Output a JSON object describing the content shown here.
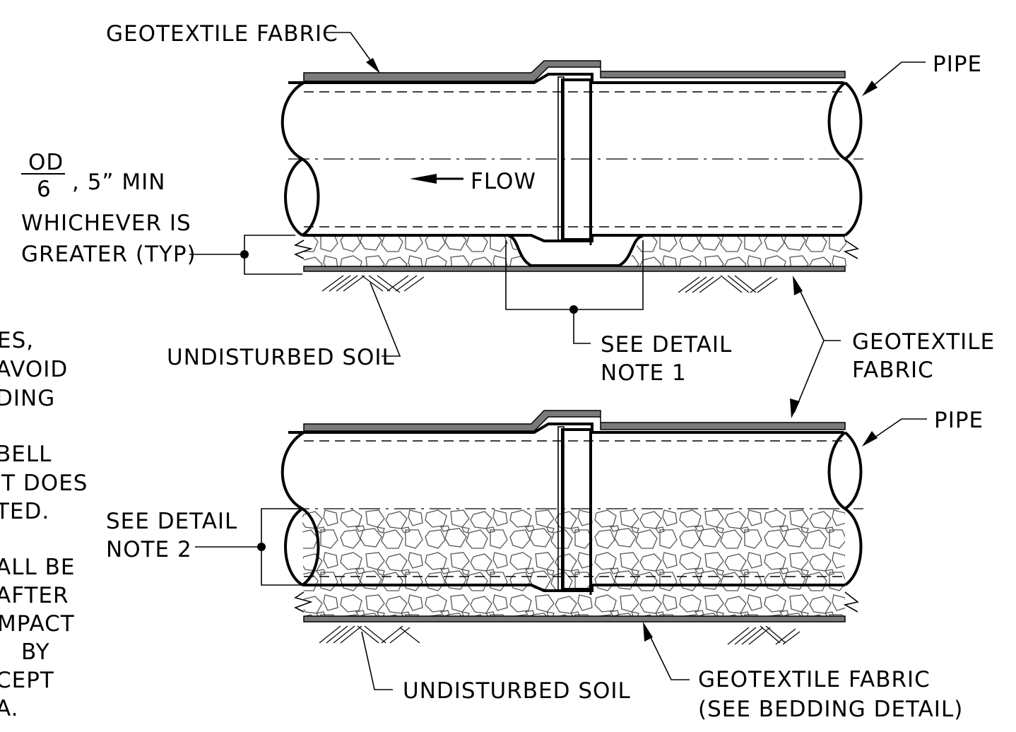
{
  "labels": {
    "geotextile_top": "GEOTEXTILE FABRIC",
    "pipe_top": "PIPE",
    "od_numerator": "OD",
    "od_denominator": "6",
    "od_suffix": ", 5” MIN",
    "whichever": "WHICHEVER IS",
    "greater": "GREATER (TYP)",
    "flow": "FLOW",
    "undisturbed_top": "UNDISTURBED SOIL",
    "see_detail_1_a": "SEE DETAIL",
    "see_detail_1_b": "NOTE 1",
    "geotextile_mid_a": "GEOTEXTILE",
    "geotextile_mid_b": "FABRIC",
    "pipe_bottom": "PIPE",
    "see_detail_2_a": "SEE DETAIL",
    "see_detail_2_b": "NOTE 2",
    "undisturbed_bottom": "UNDISTURBED SOIL",
    "geotextile_bottom_a": "GEOTEXTILE FABRIC",
    "geotextile_bottom_b": "(SEE BEDDING DETAIL)"
  },
  "notes_fragments": [
    "ES,",
    "AVOID",
    "DING",
    "BELL",
    "IT DOES",
    "TED.",
    "ALL BE",
    "AFTER",
    "MPACT",
    "BY",
    "CEPT",
    "A."
  ],
  "colors": {
    "line": "#000000",
    "fabric": "#7a7a7a",
    "background": "#ffffff"
  }
}
